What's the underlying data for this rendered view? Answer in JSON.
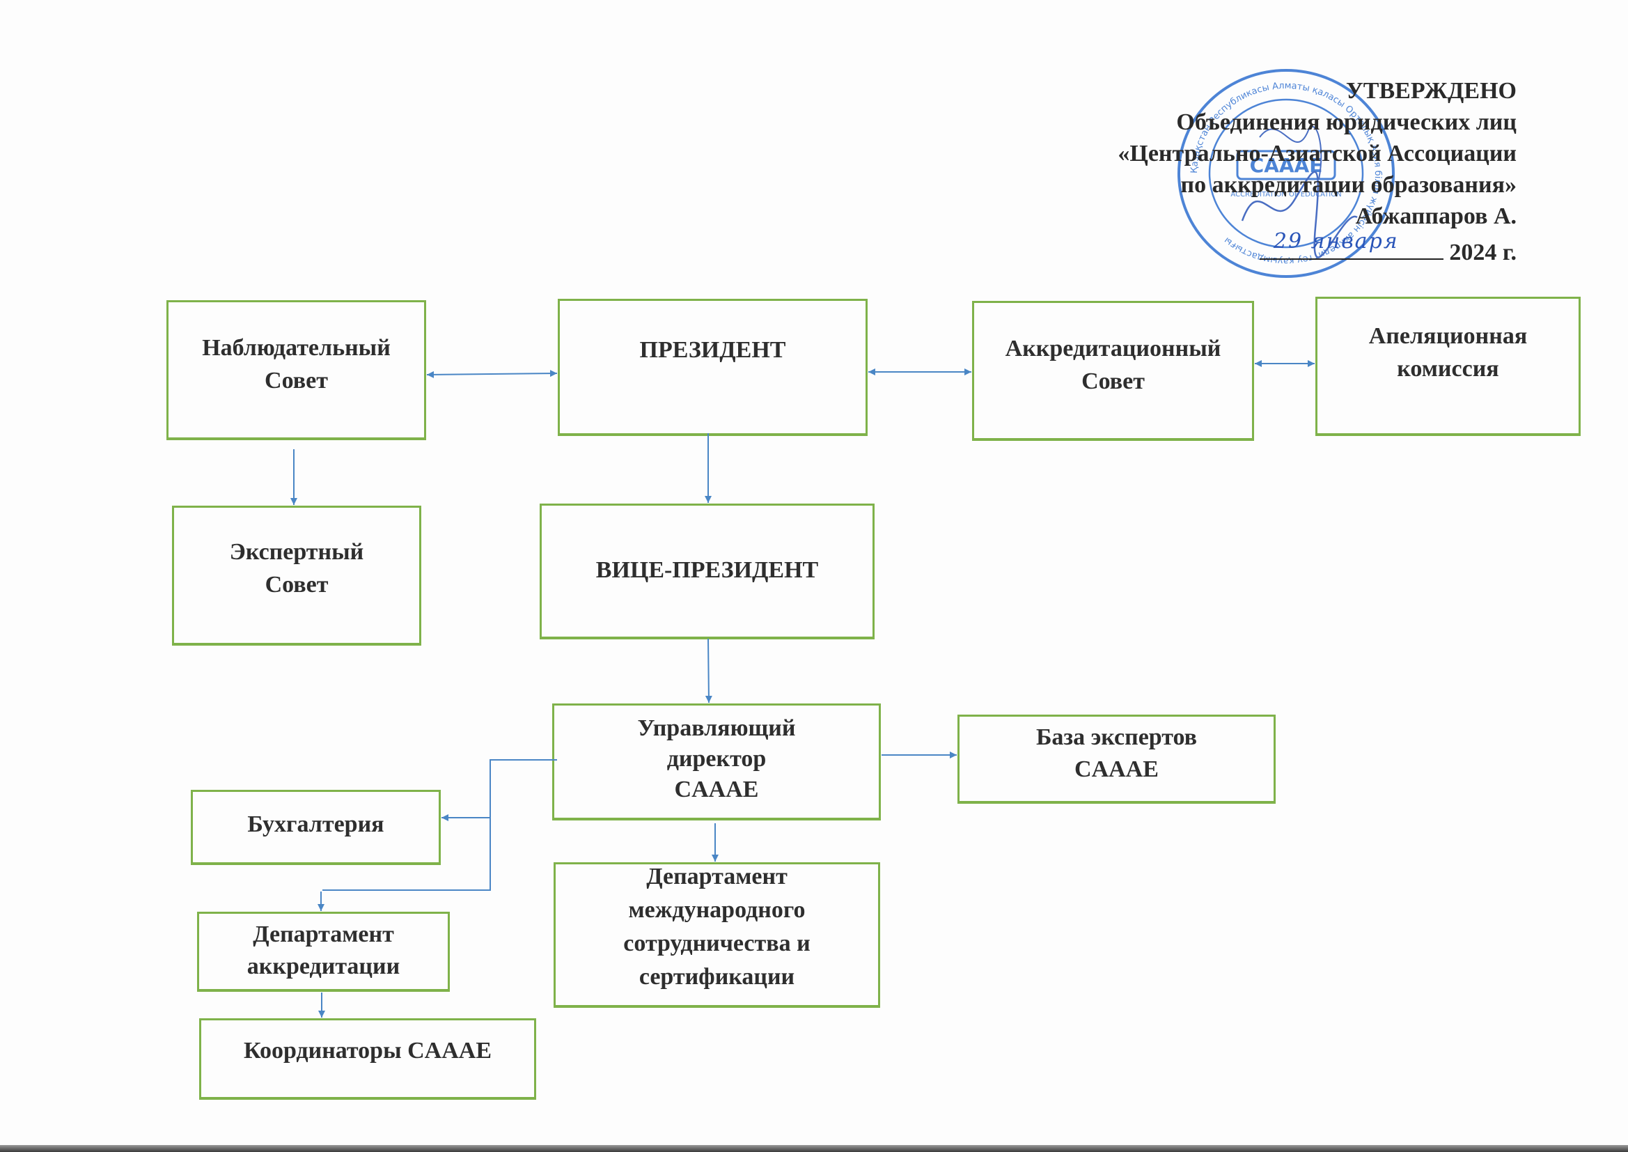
{
  "document": {
    "type": "organizational-structure",
    "approval": {
      "heading": "УТВЕРЖДЕНО",
      "lines": [
        "Объединения юридических лиц",
        "«Центрально-Азиатской Ассоциации",
        "по аккредитации образования»",
        "Абжаппаров А."
      ],
      "handwritten_date": "29 января",
      "year": "2024 г.",
      "stamp": {
        "center_text": "CAAAE",
        "sub_text": "ACCREDITATION OF EDUCATION",
        "ring_text": "Қазақстан Республикасы Алматы қаласы Орталық Азия білім жүйесін аккредиттеу қауымдастығы",
        "color": "#2f6fd0"
      }
    },
    "colors": {
      "box_border": "#7fb24a",
      "connector": "#4a86c5",
      "text": "#2e2e2e"
    },
    "nodes": {
      "supervisory_board": "Наблюдательный\nСовет",
      "president": "ПРЕЗИДЕНТ",
      "accreditation_council": "Аккредитационный\nСовет",
      "appeals_commission": "Апеляционная\nкомиссия",
      "expert_council": "Экспертный\nСовет",
      "vice_president": "ВИЦЕ-ПРЕЗИДЕНТ",
      "managing_director": "Управляющий\nдиректор\nCAAAE",
      "expert_database": "База экспертов\nCAAAE",
      "accounting": "Бухгалтерия",
      "international_department": "Департамент\nмеждународного\nсотрудничества и\nсертификации",
      "accreditation_department": "Департамент\nаккредитации",
      "coordinators": "Координаторы CAAAE"
    },
    "edges": [
      {
        "from": "supervisory_board",
        "to": "president",
        "type": "bidirectional"
      },
      {
        "from": "president",
        "to": "accreditation_council",
        "type": "bidirectional"
      },
      {
        "from": "accreditation_council",
        "to": "appeals_commission",
        "type": "bidirectional"
      },
      {
        "from": "supervisory_board",
        "to": "expert_council",
        "type": "directed"
      },
      {
        "from": "president",
        "to": "vice_president",
        "type": "directed"
      },
      {
        "from": "vice_president",
        "to": "managing_director",
        "type": "directed"
      },
      {
        "from": "managing_director",
        "to": "expert_database",
        "type": "directed"
      },
      {
        "from": "managing_director",
        "to": "accounting",
        "type": "directed"
      },
      {
        "from": "managing_director",
        "to": "accreditation_department",
        "type": "directed"
      },
      {
        "from": "managing_director",
        "to": "international_department",
        "type": "directed"
      },
      {
        "from": "accreditation_department",
        "to": "coordinators",
        "type": "directed"
      }
    ]
  }
}
